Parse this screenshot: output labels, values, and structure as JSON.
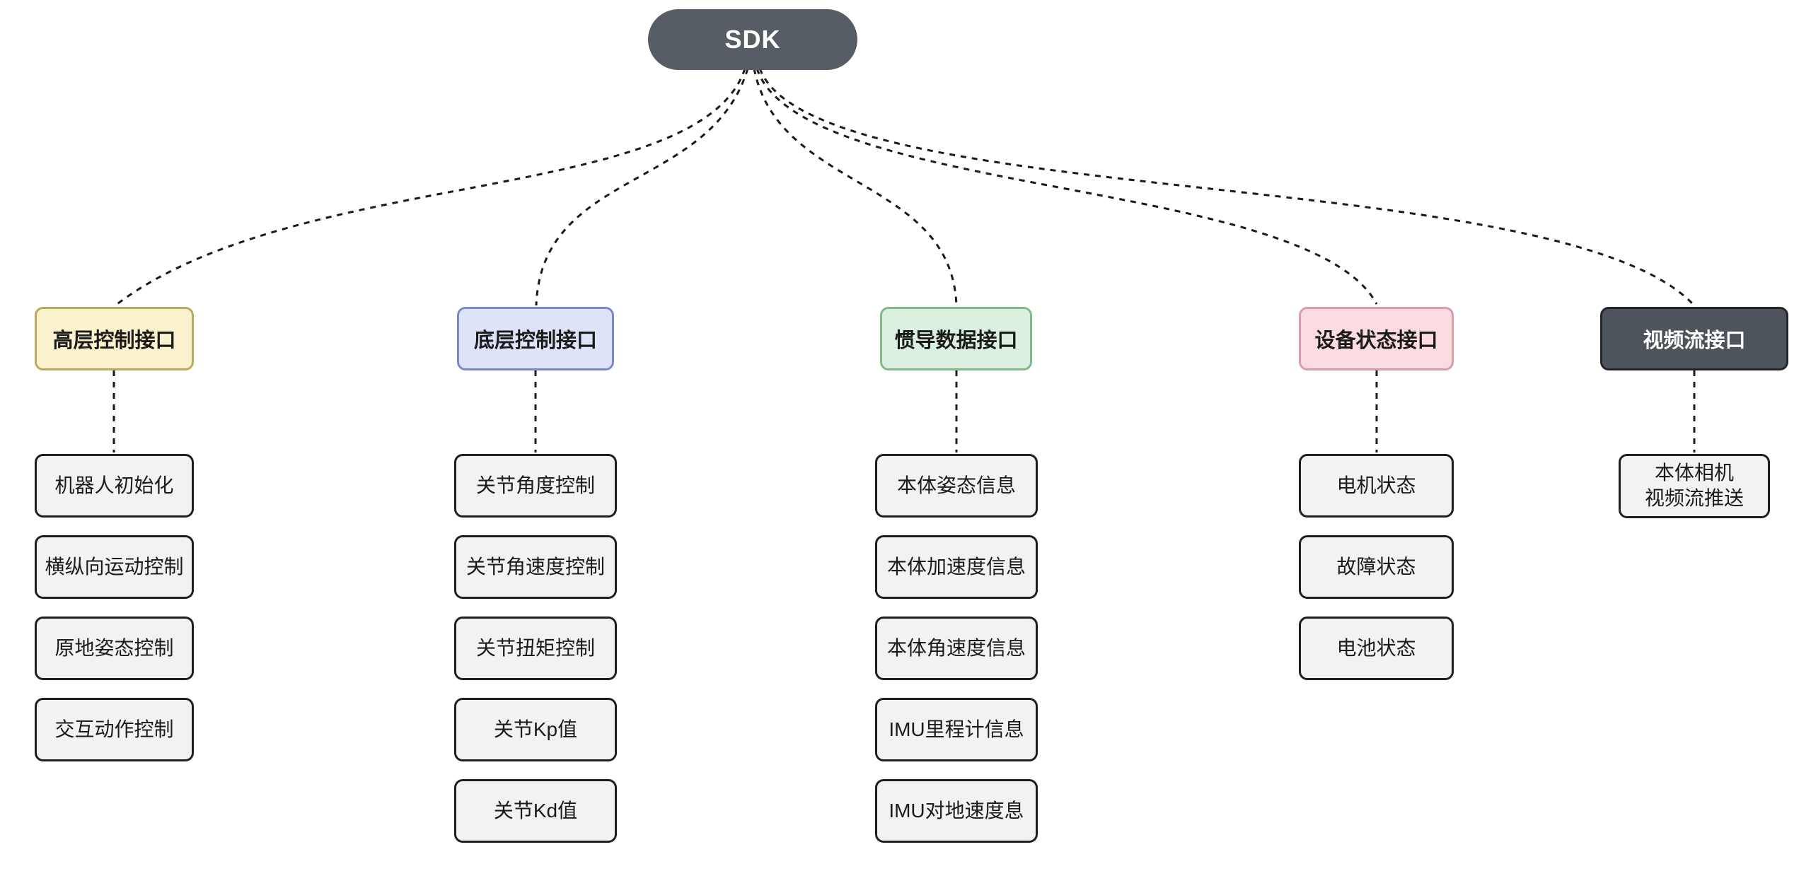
{
  "root": {
    "label": "SDK",
    "fill": "#575D65",
    "text_color": "#FFFFFF"
  },
  "style": {
    "edge_color": "#1A1A1A",
    "edge_style": "dashed",
    "child_fill": "#F2F2F2",
    "child_border": "#1E1E1E",
    "background": "#FFFFFF"
  },
  "columns": [
    {
      "header": {
        "label": "高层控制接口",
        "fill": "#FAF1CD",
        "border": "#BCA95E",
        "text_color": "#1B1B1B"
      },
      "children": [
        "机器人初始化",
        "横纵向运动控制",
        "原地姿态控制",
        "交互动作控制"
      ]
    },
    {
      "header": {
        "label": "底层控制接口",
        "fill": "#DDE3F9",
        "border": "#7C88CC",
        "text_color": "#1B1B1B"
      },
      "children": [
        "关节角度控制",
        "关节角速度控制",
        "关节扭矩控制",
        "关节Kp值",
        "关节Kd值"
      ]
    },
    {
      "header": {
        "label": "惯导数据接口",
        "fill": "#DBF0DE",
        "border": "#81B98B",
        "text_color": "#1B1B1B"
      },
      "children": [
        "本体姿态信息",
        "本体加速度信息",
        "本体角速度信息",
        "IMU里程计信息",
        "IMU对地速度息"
      ]
    },
    {
      "header": {
        "label": "设备状态接口",
        "fill": "#FADCE0",
        "border": "#D49FA8",
        "text_color": "#1B1B1B"
      },
      "children": [
        "电机状态",
        "故障状态",
        "电池状态"
      ]
    },
    {
      "header": {
        "label": "视频流接口",
        "fill": "#4E545C",
        "border": "#23262B",
        "text_color": "#FFFFFF"
      },
      "children": [
        "本体相机\n视频流推送"
      ]
    }
  ]
}
